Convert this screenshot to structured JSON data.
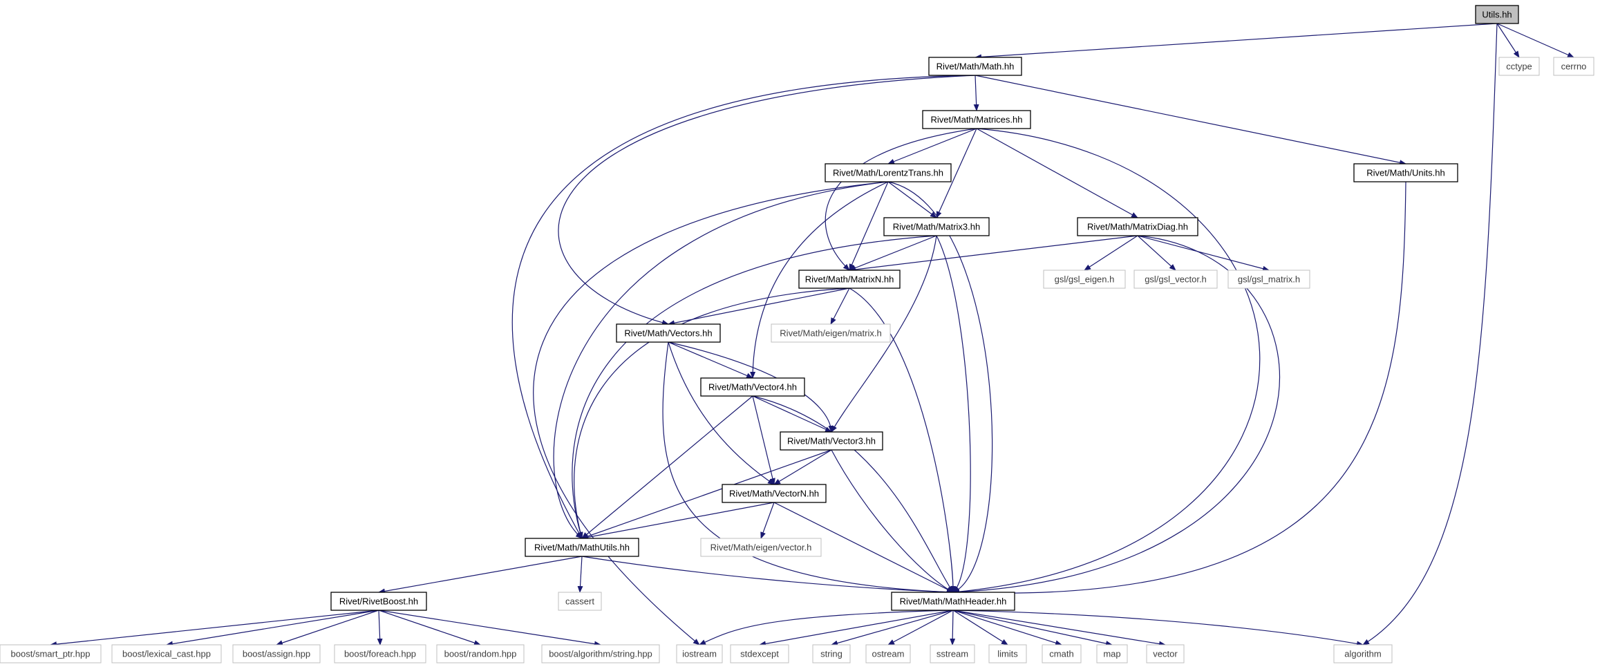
{
  "colors": {
    "edge": "#191970",
    "box_stroke_main": "#000000",
    "box_stroke_external": "#bfbfbf",
    "root_fill": "#bfbfbf",
    "box_fill": "#ffffff",
    "label_main": "#000000",
    "label_external": "#404040"
  },
  "nodes": [
    {
      "id": "utils",
      "label": "Utils.hh",
      "kind": "root"
    },
    {
      "id": "math",
      "label": "Rivet/Math/Math.hh",
      "kind": "internal"
    },
    {
      "id": "cctype",
      "label": "cctype",
      "kind": "external"
    },
    {
      "id": "cerrno",
      "label": "cerrno",
      "kind": "external"
    },
    {
      "id": "matrices",
      "label": "Rivet/Math/Matrices.hh",
      "kind": "internal"
    },
    {
      "id": "lorentz",
      "label": "Rivet/Math/LorentzTrans.hh",
      "kind": "internal"
    },
    {
      "id": "units",
      "label": "Rivet/Math/Units.hh",
      "kind": "internal"
    },
    {
      "id": "matrix3",
      "label": "Rivet/Math/Matrix3.hh",
      "kind": "internal"
    },
    {
      "id": "matrixdiag",
      "label": "Rivet/Math/MatrixDiag.hh",
      "kind": "internal"
    },
    {
      "id": "matrixn",
      "label": "Rivet/Math/MatrixN.hh",
      "kind": "internal"
    },
    {
      "id": "gsl_eigen",
      "label": "gsl/gsl_eigen.h",
      "kind": "external"
    },
    {
      "id": "gsl_vector",
      "label": "gsl/gsl_vector.h",
      "kind": "external"
    },
    {
      "id": "gsl_matrix",
      "label": "gsl/gsl_matrix.h",
      "kind": "external"
    },
    {
      "id": "vectors",
      "label": "Rivet/Math/Vectors.hh",
      "kind": "internal"
    },
    {
      "id": "eigen_matrix",
      "label": "Rivet/Math/eigen/matrix.h",
      "kind": "external"
    },
    {
      "id": "vector4",
      "label": "Rivet/Math/Vector4.hh",
      "kind": "internal"
    },
    {
      "id": "vector3",
      "label": "Rivet/Math/Vector3.hh",
      "kind": "internal"
    },
    {
      "id": "vectorn",
      "label": "Rivet/Math/VectorN.hh",
      "kind": "internal"
    },
    {
      "id": "mathutils",
      "label": "Rivet/Math/MathUtils.hh",
      "kind": "internal"
    },
    {
      "id": "eigen_vector",
      "label": "Rivet/Math/eigen/vector.h",
      "kind": "external"
    },
    {
      "id": "rivetboost",
      "label": "Rivet/RivetBoost.hh",
      "kind": "internal"
    },
    {
      "id": "cassert",
      "label": "cassert",
      "kind": "external"
    },
    {
      "id": "mathheader",
      "label": "Rivet/Math/MathHeader.hh",
      "kind": "internal"
    },
    {
      "id": "smart_ptr",
      "label": "boost/smart_ptr.hpp",
      "kind": "external"
    },
    {
      "id": "lexical_cast",
      "label": "boost/lexical_cast.hpp",
      "kind": "external"
    },
    {
      "id": "assign",
      "label": "boost/assign.hpp",
      "kind": "external"
    },
    {
      "id": "foreach",
      "label": "boost/foreach.hpp",
      "kind": "external"
    },
    {
      "id": "random",
      "label": "boost/random.hpp",
      "kind": "external"
    },
    {
      "id": "algo_string",
      "label": "boost/algorithm/string.hpp",
      "kind": "external"
    },
    {
      "id": "iostream",
      "label": "iostream",
      "kind": "external"
    },
    {
      "id": "stdexcept",
      "label": "stdexcept",
      "kind": "external"
    },
    {
      "id": "string",
      "label": "string",
      "kind": "external"
    },
    {
      "id": "ostream",
      "label": "ostream",
      "kind": "external"
    },
    {
      "id": "sstream",
      "label": "sstream",
      "kind": "external"
    },
    {
      "id": "limits",
      "label": "limits",
      "kind": "external"
    },
    {
      "id": "cmath",
      "label": "cmath",
      "kind": "external"
    },
    {
      "id": "map",
      "label": "map",
      "kind": "external"
    },
    {
      "id": "vector",
      "label": "vector",
      "kind": "external"
    },
    {
      "id": "algorithm",
      "label": "algorithm",
      "kind": "external"
    }
  ],
  "edges": [
    [
      "utils",
      "math"
    ],
    [
      "utils",
      "cctype"
    ],
    [
      "utils",
      "cerrno"
    ],
    [
      "utils",
      "algorithm"
    ],
    [
      "math",
      "matrices"
    ],
    [
      "math",
      "units"
    ],
    [
      "math",
      "vectors"
    ],
    [
      "math",
      "mathutils"
    ],
    [
      "matrices",
      "lorentz"
    ],
    [
      "matrices",
      "matrix3"
    ],
    [
      "matrices",
      "matrixdiag"
    ],
    [
      "matrices",
      "matrixn"
    ],
    [
      "matrices",
      "mathheader"
    ],
    [
      "lorentz",
      "matrix3"
    ],
    [
      "lorentz",
      "matrixn"
    ],
    [
      "lorentz",
      "vector4"
    ],
    [
      "lorentz",
      "mathutils"
    ],
    [
      "lorentz",
      "iostream"
    ],
    [
      "lorentz",
      "mathheader"
    ],
    [
      "units",
      "mathheader"
    ],
    [
      "matrix3",
      "matrixn"
    ],
    [
      "matrix3",
      "vector3"
    ],
    [
      "matrix3",
      "mathutils"
    ],
    [
      "matrix3",
      "mathheader"
    ],
    [
      "matrixdiag",
      "matrixn"
    ],
    [
      "matrixdiag",
      "gsl_eigen"
    ],
    [
      "matrixdiag",
      "gsl_vector"
    ],
    [
      "matrixdiag",
      "gsl_matrix"
    ],
    [
      "matrixdiag",
      "mathheader"
    ],
    [
      "matrixn",
      "vectors"
    ],
    [
      "matrixn",
      "eigen_matrix"
    ],
    [
      "matrixn",
      "mathutils"
    ],
    [
      "matrixn",
      "mathheader"
    ],
    [
      "vectors",
      "vector4"
    ],
    [
      "vectors",
      "vector3"
    ],
    [
      "vectors",
      "vectorn"
    ],
    [
      "vectors",
      "mathheader"
    ],
    [
      "vector4",
      "vector3"
    ],
    [
      "vector4",
      "vectorn"
    ],
    [
      "vector4",
      "mathutils"
    ],
    [
      "vector4",
      "mathheader"
    ],
    [
      "vector3",
      "vectorn"
    ],
    [
      "vector3",
      "mathutils"
    ],
    [
      "vector3",
      "mathheader"
    ],
    [
      "vectorn",
      "mathutils"
    ],
    [
      "vectorn",
      "eigen_vector"
    ],
    [
      "vectorn",
      "mathheader"
    ],
    [
      "mathutils",
      "rivetboost"
    ],
    [
      "mathutils",
      "cassert"
    ],
    [
      "mathutils",
      "mathheader"
    ],
    [
      "rivetboost",
      "smart_ptr"
    ],
    [
      "rivetboost",
      "lexical_cast"
    ],
    [
      "rivetboost",
      "assign"
    ],
    [
      "rivetboost",
      "foreach"
    ],
    [
      "rivetboost",
      "random"
    ],
    [
      "rivetboost",
      "algo_string"
    ],
    [
      "mathheader",
      "iostream"
    ],
    [
      "mathheader",
      "stdexcept"
    ],
    [
      "mathheader",
      "string"
    ],
    [
      "mathheader",
      "ostream"
    ],
    [
      "mathheader",
      "sstream"
    ],
    [
      "mathheader",
      "limits"
    ],
    [
      "mathheader",
      "cmath"
    ],
    [
      "mathheader",
      "map"
    ],
    [
      "mathheader",
      "vector"
    ],
    [
      "mathheader",
      "algorithm"
    ]
  ]
}
